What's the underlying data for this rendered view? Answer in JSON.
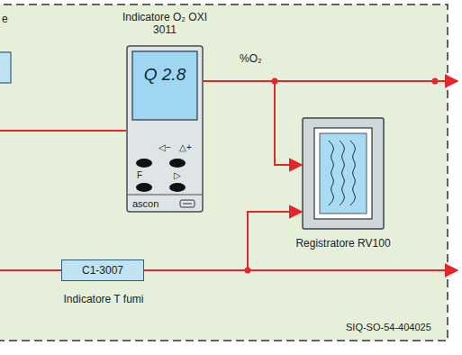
{
  "diagram": {
    "nodes": [
      {
        "text": [
          "Indicatore O₂ OXI 3011",
          "Q 2.8"
        ]
      },
      {
        "text": [
          "Registratore RV100"
        ]
      },
      {
        "text": [
          "C1-3007",
          "Indicatore T fumi"
        ]
      }
    ],
    "edges": [
      {
        "from": 0,
        "to": 1,
        "arrow": "to"
      },
      {
        "from": 2,
        "to": 1,
        "arrow": "to"
      }
    ],
    "labels": [
      "e",
      "%O₂",
      "◁−",
      "△+",
      "F",
      "▷",
      "ascon",
      "SIQ-SO-54-404025"
    ]
  }
}
